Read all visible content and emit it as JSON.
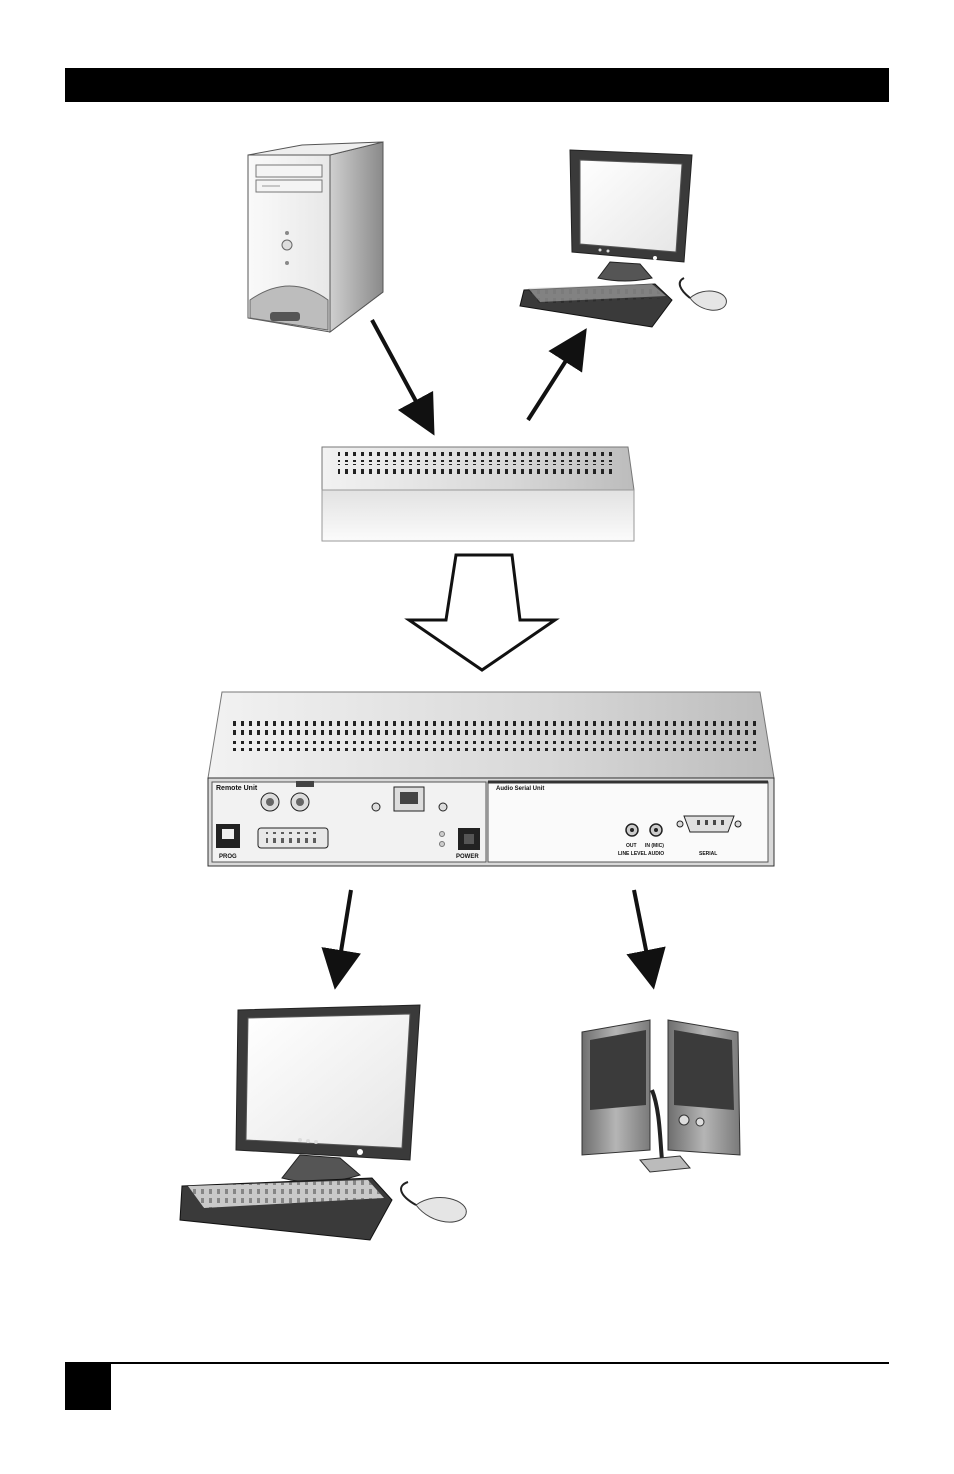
{
  "remote_unit": {
    "title": "Remote Unit",
    "prog_label": "PROG",
    "power_label": "POWER"
  },
  "audio_serial_unit": {
    "title": "Audio Serial Unit",
    "out_label": "OUT",
    "in_label": "IN (MIC)",
    "audio_caption": "LINE LEVEL AUDIO",
    "serial_label": "SERIAL"
  },
  "colors": {
    "header": "#000000",
    "outline": "#1a1a1a",
    "panel": "#ececec"
  }
}
